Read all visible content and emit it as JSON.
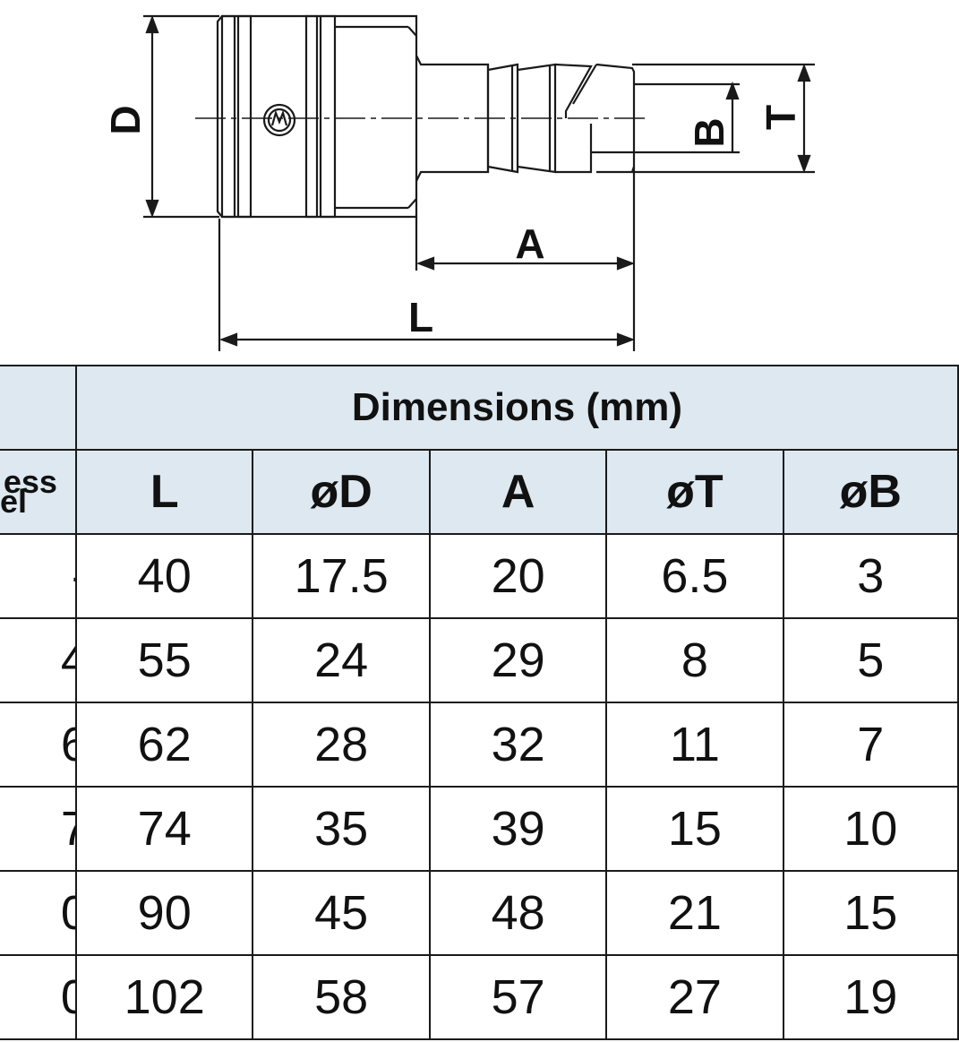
{
  "diagram": {
    "labels": {
      "D": "D",
      "B": "B",
      "T": "T",
      "A": "A",
      "L": "L"
    }
  },
  "table": {
    "group_header": "Dimensions (mm)",
    "model_header_partial": [
      "ess",
      "el"
    ],
    "columns": [
      "L",
      "øD",
      "A",
      "øT",
      "øB"
    ],
    "rows": [
      {
        "model_partial": "-",
        "values": [
          "40",
          "17.5",
          "20",
          "6.5",
          "3"
        ]
      },
      {
        "model_partial": "4",
        "values": [
          "55",
          "24",
          "29",
          "8",
          "5"
        ]
      },
      {
        "model_partial": "6",
        "values": [
          "62",
          "28",
          "32",
          "11",
          "7"
        ]
      },
      {
        "model_partial": "7",
        "values": [
          "74",
          "35",
          "39",
          "15",
          "10"
        ]
      },
      {
        "model_partial": "0",
        "values": [
          "90",
          "45",
          "48",
          "21",
          "15"
        ]
      },
      {
        "model_partial": "0",
        "values": [
          "102",
          "58",
          "57",
          "27",
          "19"
        ]
      }
    ]
  }
}
